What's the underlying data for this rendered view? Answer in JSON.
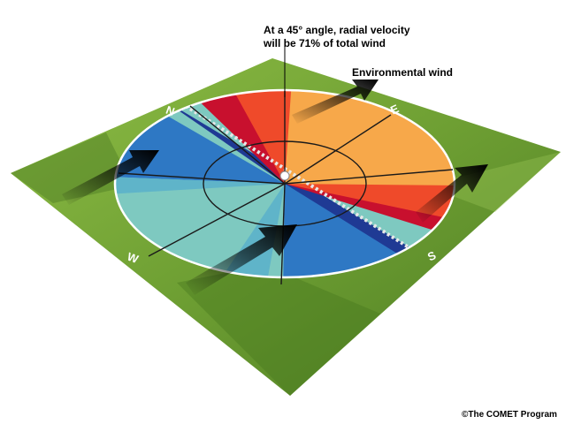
{
  "annotations": {
    "angle_note_line1": "At a 45° angle, radial velocity",
    "angle_note_line2": "will be 71% of total wind",
    "wind_label": "Environmental wind"
  },
  "compass": {
    "north": "N",
    "east": "E",
    "south": "S",
    "west": "W"
  },
  "credit": "©The COMET Program",
  "colors": {
    "ground_light": "#7fae3c",
    "ground_dark": "#4f7f23",
    "inbound_dark": "#1f3a94",
    "inbound_mid": "#2e78c4",
    "inbound_light": "#7ec9c0",
    "outbound_dark": "#c8102e",
    "outbound_mid": "#ef4a2a",
    "outbound_light": "#f7a84a",
    "ring": "#ffffff",
    "arrow": "#111111"
  }
}
